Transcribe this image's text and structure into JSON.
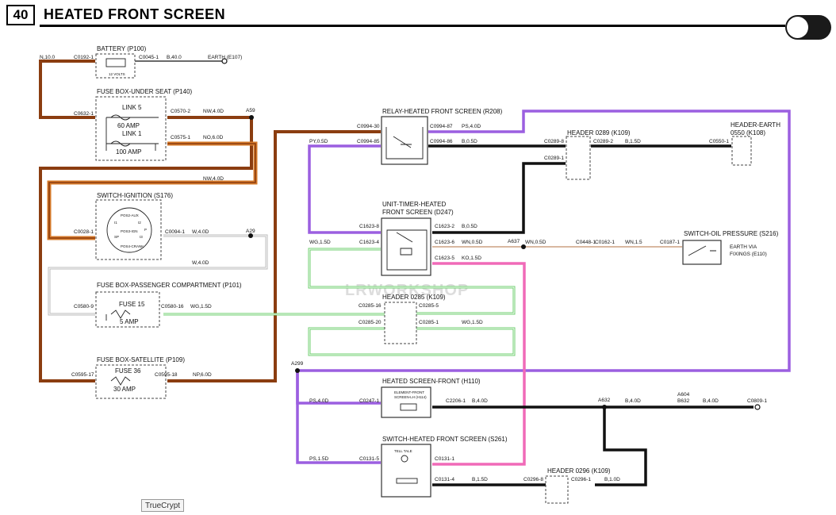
{
  "header": {
    "page_number": "40",
    "title": "HEATED FRONT SCREEN"
  },
  "watermark": "LRWORKSHOP",
  "taskbar": {
    "truecrypt_label": "TrueCrypt"
  },
  "colors": {
    "brown": "#8b3d10",
    "orange": "#d67a2a",
    "purple": "#9b5fe0",
    "pink": "#f06ab8",
    "green": "#6fcf6f",
    "black": "#111111",
    "grey_white": "#cfcfcf"
  },
  "components": {
    "battery": {
      "title": "BATTERY (P100)",
      "sub": "12 VOLTS"
    },
    "fusebox_seat": {
      "title": "FUSE BOX-UNDER SEAT (P140)",
      "link5": "LINK 5",
      "amp60": "60 AMP",
      "link1": "LINK 1",
      "amp100": "100 AMP"
    },
    "ignition": {
      "title": "SWITCH-IGNITION (S176)",
      "pos_aux": "POS2-AUX",
      "pos_ign": "POS3-IGN",
      "pos_crank": "POS4-CRANK",
      "i1": "I1",
      "i2": "I2",
      "sp": "SP",
      "i3": "I3",
      "p": "P"
    },
    "fusebox_pass": {
      "title": "FUSE BOX-PASSENGER COMPARTMENT (P101)",
      "fuse": "FUSE 15",
      "amp": "5 AMP"
    },
    "fusebox_sat": {
      "title": "FUSE BOX-SATELLITE (P109)",
      "fuse": "FUSE 36",
      "amp": "30 AMP"
    },
    "relay": {
      "title": "RELAY-HEATED FRONT SCREEN (R208)"
    },
    "timer": {
      "title1": "UNIT-TIMER-HEATED",
      "title2": "FRONT SCREEN (D247)"
    },
    "header0289": {
      "title": "HEADER 0289 (K109)"
    },
    "header_earth": {
      "title1": "HEADER-EARTH",
      "title2": "0550 (K108)"
    },
    "oil_switch": {
      "title": "SWITCH-OIL PRESSURE (S216)",
      "earth1": "EARTH VIA",
      "earth2": "FIXINGS (E110)"
    },
    "header0285": {
      "title": "HEADER 0285 (K109)"
    },
    "screen_front": {
      "title": "HEATED SCREEN-FRONT (H110)",
      "elem1": "ELEMENT-FRONT",
      "elem2": "SCREEN-LH (H114)"
    },
    "switch_screen": {
      "title": "SWITCH-HEATED FRONT SCREEN (S261)",
      "tell": "TELL TALE"
    },
    "header0296": {
      "title": "HEADER 0296 (K109)"
    }
  },
  "labels": {
    "n10": "N,10.0",
    "c0192_1": "C0192-1",
    "c0045_1": "C0045-1",
    "b40": "B,40.0",
    "earth_e107": "EARTH (E107)",
    "c0632_1": "C0632-1",
    "c0570_2": "C0570-2",
    "nw40a": "NW,4.0D",
    "a59": "A59",
    "c0575_1": "C0575-1",
    "no60": "NO,6.0D",
    "nw40b": "NW,4.0D",
    "c0028_1": "C0028-1",
    "c0094_1": "C0094-1",
    "w40a": "W,4.0D",
    "a29": "A29",
    "w40b": "W,4.0D",
    "c0580_9": "C0580-9",
    "c0580_16": "C0580-16",
    "wg15a": "WG,1.5D",
    "c0595_17": "C0595-17",
    "c0595_18": "C0595-18",
    "np60": "NP,6.0D",
    "c0994_30": "C0994-30",
    "c0994_87": "C0994-87",
    "ps40a": "PS,4.0D",
    "py05": "PY,0.5D",
    "c0994_85": "C0994-85",
    "c0994_86": "C0994-86",
    "b05a": "B,0.5D",
    "c0289_8": "C0289-8",
    "c0289_2": "C0289-2",
    "b15a": "B,1.5D",
    "c0550_1": "C0550-1",
    "c0289_1": "C0289-1",
    "c1623_8": "C1623-8",
    "c1623_2": "C1623-2",
    "b05b": "B,0.5D",
    "wg15b": "WG,1.5D",
    "c1623_4": "C1623-4",
    "c1623_6": "C1623-6",
    "wn05a": "WN,0.5D",
    "a637": "A637",
    "wn05b": "WN,0.5D",
    "c0448_1": "C0448-1",
    "c0162_1": "C0162-1",
    "wn15": "WN,1.5",
    "c0187_1": "C0187-1",
    "c1623_5": "C1623-5",
    "ko15": "KO,1.5D",
    "c0285_16": "C0285-16",
    "c0285_5": "C0285-5",
    "c0285_20": "C0285-20",
    "c0285_1": "C0285-1",
    "wg15c": "WG,1.5D",
    "a299": "A299",
    "ps40b": "PS,4.0D",
    "c0247_1": "C0247-1",
    "c2206_1": "C2206-1",
    "b40a": "B,4.0D",
    "a632": "A632",
    "b40b": "B,4.0D",
    "a604": "A604",
    "b632": "B632",
    "b40c": "B,4.0D",
    "c0809_1": "C0809-1",
    "ps15": "PS,1.5D",
    "c0131_5": "C0131-5",
    "c0131_1": "C0131-1",
    "c0131_4": "C0131-4",
    "b15b": "B,1.5D",
    "c0296_8": "C0296-8",
    "c0296_1": "C0296-1",
    "b10": "B,1.0D"
  }
}
